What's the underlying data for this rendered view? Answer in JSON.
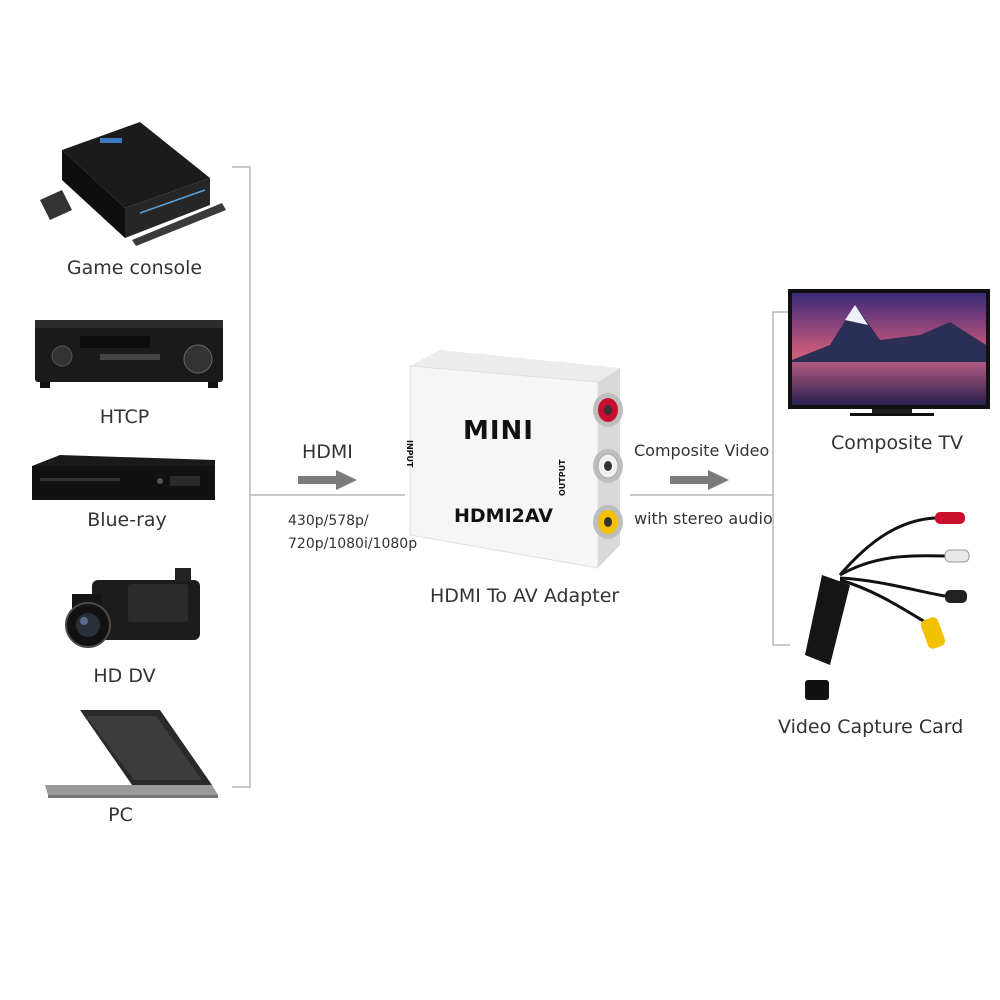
{
  "sources": [
    {
      "label": "Game console",
      "icon": "game-console-icon"
    },
    {
      "label": "HTCP",
      "icon": "av-receiver-icon"
    },
    {
      "label": "Blue-ray",
      "icon": "bluray-player-icon"
    },
    {
      "label": "HD DV",
      "icon": "camcorder-icon"
    },
    {
      "label": "PC",
      "icon": "laptop-icon"
    }
  ],
  "input": {
    "label": "HDMI",
    "resolutions_line1": "430p/578p/",
    "resolutions_line2": "720p/1080i/1080p"
  },
  "adapter": {
    "caption": "HDMI To AV Adapter",
    "brand": "MINI",
    "model": "HDMI2AV",
    "input_port": "INPUT",
    "output_port": "OUTPUT"
  },
  "output": {
    "label_line1": "Composite Video",
    "label_line2": "with stereo audio"
  },
  "destinations": [
    {
      "label": "Composite TV",
      "icon": "tv-icon"
    },
    {
      "label": "Video Capture Card",
      "icon": "capture-card-icon"
    }
  ],
  "colors": {
    "line": "#b5b5b5",
    "arrow": "#7a7a7a",
    "rca_red": "#c8102e",
    "rca_white": "#e8e8e8",
    "rca_yellow": "#f2c200"
  }
}
